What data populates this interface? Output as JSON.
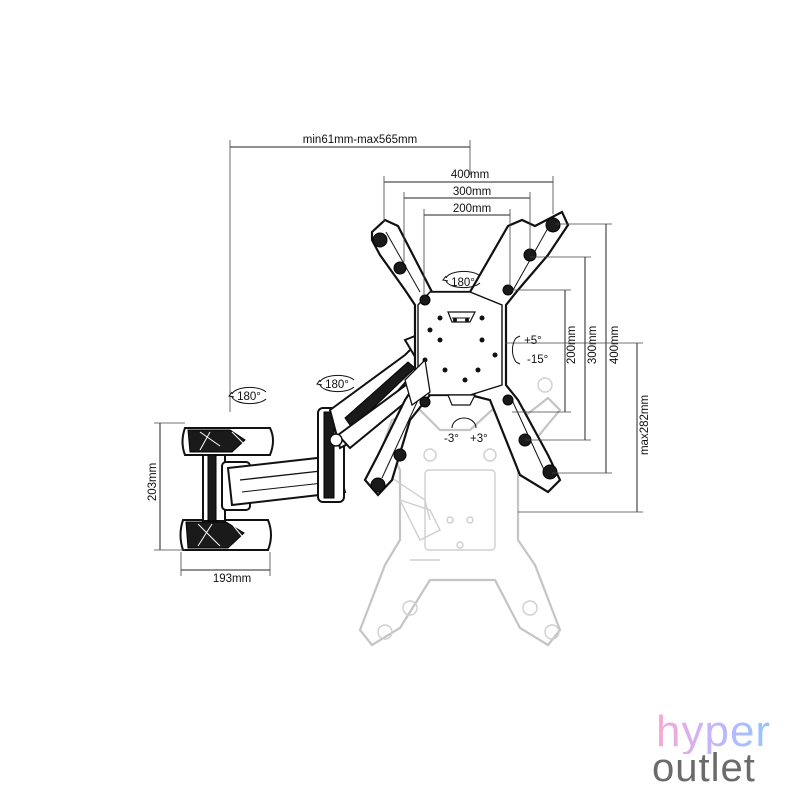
{
  "diagram": {
    "dimensions": {
      "extension": "min61mm-max565mm",
      "vesa_w400": "400mm",
      "vesa_w300": "300mm",
      "vesa_w200": "200mm",
      "vesa_h200": "200mm",
      "vesa_h300": "300mm",
      "vesa_h400": "400mm",
      "height_adjust": "max282mm",
      "wall_plate_h": "203mm",
      "wall_plate_w": "193mm"
    },
    "rotations": {
      "wall": "180°",
      "arm": "180°",
      "plate": "180°"
    },
    "tilt": {
      "up": "+5°",
      "down": "-15°"
    },
    "level": {
      "minus": "-3°",
      "plus": "+3°"
    }
  },
  "brand": {
    "line1": "hyper",
    "line2": "outlet",
    "gradient": [
      "#f9a8d4",
      "#c4b5fd",
      "#93c5fd"
    ],
    "text_color": "#6b6b6b"
  }
}
